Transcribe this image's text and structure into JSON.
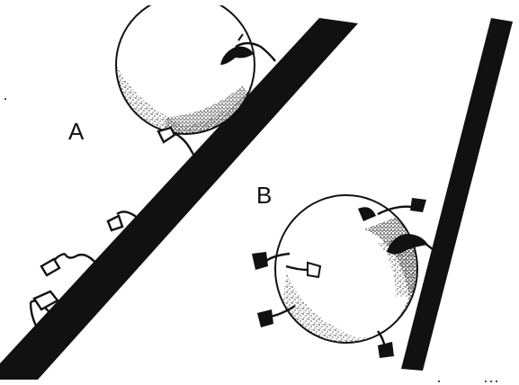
{
  "figure": {
    "panels": [
      {
        "id": "A",
        "label": "A"
      },
      {
        "id": "B",
        "label": "B"
      }
    ],
    "colors": {
      "ink": "#111111",
      "paper": "#ffffff"
    }
  }
}
